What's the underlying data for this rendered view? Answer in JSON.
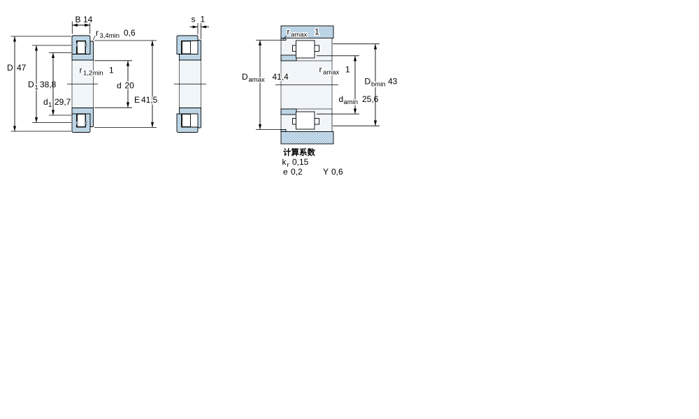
{
  "colors": {
    "ring_fill": "#a7c7dd",
    "ring_dot": "#ffffff",
    "ghost_fill": "#f7fafc",
    "ghost_dot": "#d9e4ec",
    "line": "#000000",
    "text": "#000000"
  },
  "dims": {
    "B": {
      "sym": "B",
      "sub": "",
      "val": "14"
    },
    "D": {
      "sym": "D",
      "sub": "",
      "val": "47"
    },
    "D1": {
      "sym": "D",
      "sub": "1",
      "val": "38,8"
    },
    "d1": {
      "sym": "d",
      "sub": "1",
      "val": "29,7"
    },
    "d": {
      "sym": "d",
      "sub": "",
      "val": "20"
    },
    "E": {
      "sym": "E",
      "sub": "",
      "val": "41,5"
    },
    "r34": {
      "sym": "r",
      "sub": "3,4min",
      "val": "0,6"
    },
    "r12": {
      "sym": "r",
      "sub": "1,2min",
      "val": "1"
    },
    "s": {
      "sym": "s",
      "sub": "",
      "val": "1"
    },
    "ra_housing": {
      "sym": "r",
      "sub": "amax",
      "val": "1"
    },
    "Da": {
      "sym": "D",
      "sub": "amax",
      "val": "41,4"
    },
    "ra_shaft": {
      "sym": "r",
      "sub": "amax",
      "val": "1"
    },
    "da": {
      "sym": "d",
      "sub": "amin",
      "val": "25,6"
    },
    "Db": {
      "sym": "D",
      "sub": "bmin",
      "val": "43"
    }
  },
  "factors": {
    "title": "计算系数",
    "kr": {
      "sym": "k",
      "sub": "r",
      "val": "0,15"
    },
    "e": {
      "sym": "e",
      "val": "0,2"
    },
    "Y": {
      "sym": "Y",
      "val": "0,6"
    }
  }
}
